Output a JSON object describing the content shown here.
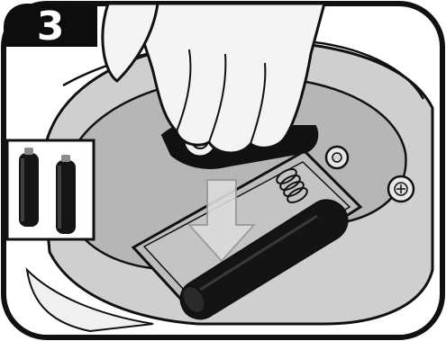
{
  "step": {
    "number": "3"
  },
  "illustration": {
    "subject": "battery-insertion",
    "colors": {
      "outline": "#111111",
      "frame_bg": "#ffffff",
      "device_body": "#c9c9c9",
      "device_inner": "#b0b0b0",
      "battery": "#141414",
      "hand": "#f4f4f4",
      "arrow": "#d9d9d9",
      "step_badge": "#0d0d0d"
    },
    "icons": {
      "badge": "step-number-badge",
      "arrow": "down-arrow-icon",
      "screw": "screw-icon",
      "spring": "spring-contact-icon",
      "inset": "aa-batteries-icon"
    }
  }
}
